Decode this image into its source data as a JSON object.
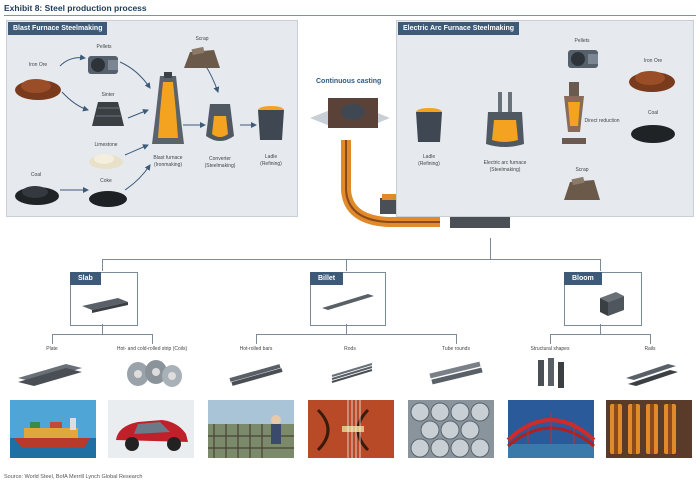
{
  "header": {
    "title": "Exhibit 8: Steel production process"
  },
  "blast_furnace": {
    "title": "Blast Furnace Steelmaking",
    "inputs": [
      "Iron Ore",
      "Pellets",
      "Sinter",
      "Limestone",
      "Coal",
      "Coke",
      "Scrap"
    ],
    "steps": {
      "blast_furnace": "Blast furnace",
      "blast_furnace_sub": "(Ironmaking)",
      "converter": "Converter",
      "converter_sub": "(Steelmaking)",
      "ladle": "Ladle",
      "ladle_sub": "(Refining)"
    }
  },
  "continuous_casting": {
    "label": "Continuous casting"
  },
  "electric_arc": {
    "title": "Electric Arc Furnace Steelmaking",
    "inputs": [
      "Pellets",
      "Iron Ore",
      "Coal",
      "Scrap"
    ],
    "steps": {
      "direct_reduction": "Direct reduction",
      "eaf": "Electric arc furnace",
      "eaf_sub": "(Steelmaking)",
      "ladle": "Ladle",
      "ladle_sub": "(Refining)"
    }
  },
  "products": [
    {
      "name": "Slab",
      "items": [
        "Plate",
        "Hot- and cold-rolled strip (Coils)"
      ]
    },
    {
      "name": "Billet",
      "items": [
        "Hot-rolled bars",
        "Rods",
        "Tube rounds"
      ]
    },
    {
      "name": "Bloom",
      "items": [
        "Structural shapes",
        "Rails"
      ]
    }
  ],
  "applications": [
    "ship",
    "car",
    "construction-rebar",
    "violin-strings",
    "pipes",
    "bridge",
    "rails"
  ],
  "source": "Source: World Steel, BofA Merrill Lynch Global Research",
  "colors": {
    "navy": "#3d5a78",
    "panel": "#e6eaef",
    "molten": "#f0a020",
    "steel": "#4a4f55"
  }
}
